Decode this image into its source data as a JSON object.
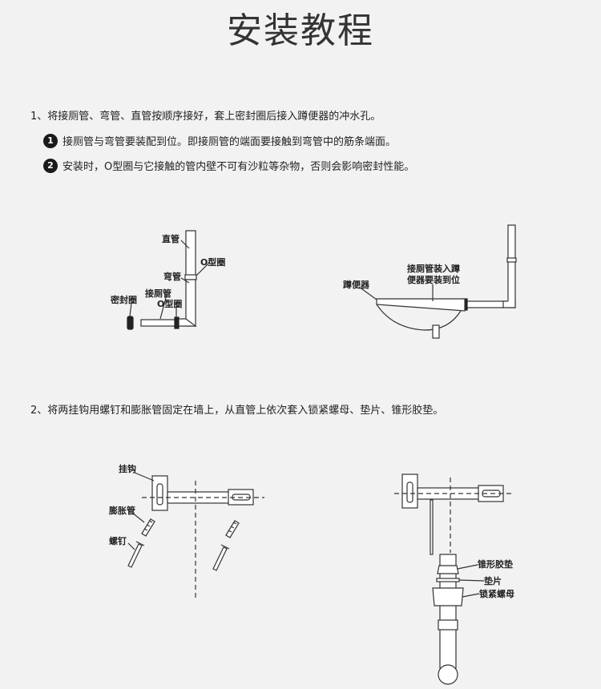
{
  "title": "安装教程",
  "step1": {
    "text": "1、将接厕管、弯管、直管按顺序接好，套上密封圈后接入蹲便器的冲水孔。",
    "notes": [
      {
        "number": "1",
        "text": "接厕管与弯管要装配到位。即接厕管的端面要接触到弯管中的筋条端面。"
      },
      {
        "number": "2",
        "text": "安装时，O型圈与它接触的管内壁不可有沙粒等杂物，否则会影响密封性能。"
      }
    ]
  },
  "diagram1": {
    "labels": {
      "straight_pipe": "直管",
      "o_ring_top": "O型圈",
      "elbow": "弯管",
      "connector_pipe": "接厕管",
      "seal_ring": "密封圈",
      "o_ring_bottom": "O型圈"
    }
  },
  "diagram2": {
    "labels": {
      "toilet": "蹲便器",
      "install_note_line1": "接厕管装入蹲",
      "install_note_line2": "便器要装到位"
    }
  },
  "step2": {
    "text": "2、将两挂钩用螺钉和膨胀管固定在墙上，从直管上依次套入锁紧螺母、垫片、锥形胶垫。"
  },
  "diagram3": {
    "labels": {
      "hook": "挂钩",
      "anchor": "膨胀管",
      "screw": "螺钉"
    }
  },
  "diagram4": {
    "labels": {
      "cone_gasket": "锥形胶垫",
      "washer": "垫片",
      "lock_nut": "锁紧螺母"
    }
  }
}
